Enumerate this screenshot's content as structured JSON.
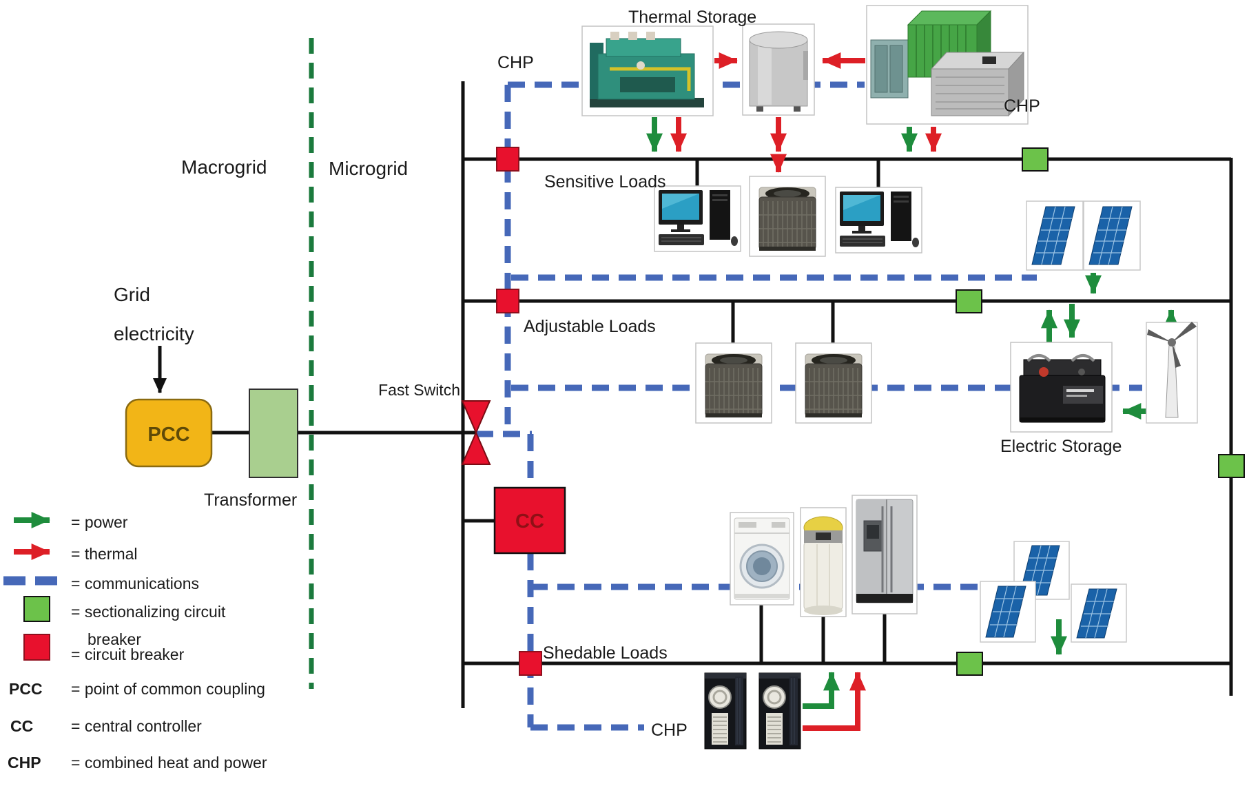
{
  "diagram": {
    "labels": {
      "grid_line1": "Grid",
      "grid_line2": "electricity",
      "macrogrid": "Macrogrid",
      "microgrid": "Microgrid",
      "chp_top": "CHP",
      "thermal_storage": "Thermal Storage",
      "chp_right": "CHP",
      "sensitive_loads": "Sensitive Loads",
      "adjustable_loads": "Adjustable Loads",
      "fast_switch": "Fast Switch",
      "pcc": "PCC",
      "transformer": "Transformer",
      "cc": "CC",
      "electric_storage": "Electric Storage",
      "shedable_loads": "Shedable Loads",
      "chp_bottom": "CHP"
    },
    "legend": {
      "items": [
        {
          "symbol": "power-arrow",
          "label": "= power"
        },
        {
          "symbol": "thermal-arrow",
          "label": "= thermal"
        },
        {
          "symbol": "communications-line",
          "label": "= communications"
        },
        {
          "symbol": "sectionalizing-breaker",
          "label": "= sectionalizing circuit",
          "label_line2": "breaker"
        },
        {
          "symbol": "circuit-breaker",
          "label": "= circuit breaker"
        }
      ],
      "abbreviations": [
        {
          "abbr": "PCC",
          "meaning": "= point of common coupling"
        },
        {
          "abbr": "CC",
          "meaning": "= central controller"
        },
        {
          "abbr": "CHP",
          "meaning": "= combined heat and power"
        }
      ]
    },
    "colors": {
      "power": "#1E8C3C",
      "thermal": "#DD1F26",
      "communications": "#4668B8",
      "sectionalizing_breaker": "#6CC24A",
      "circuit_breaker": "#E8112D",
      "pcc_fill": "#F2B517",
      "transformer_fill": "#A9CF8F",
      "boundary": "#1B7A3D"
    }
  }
}
